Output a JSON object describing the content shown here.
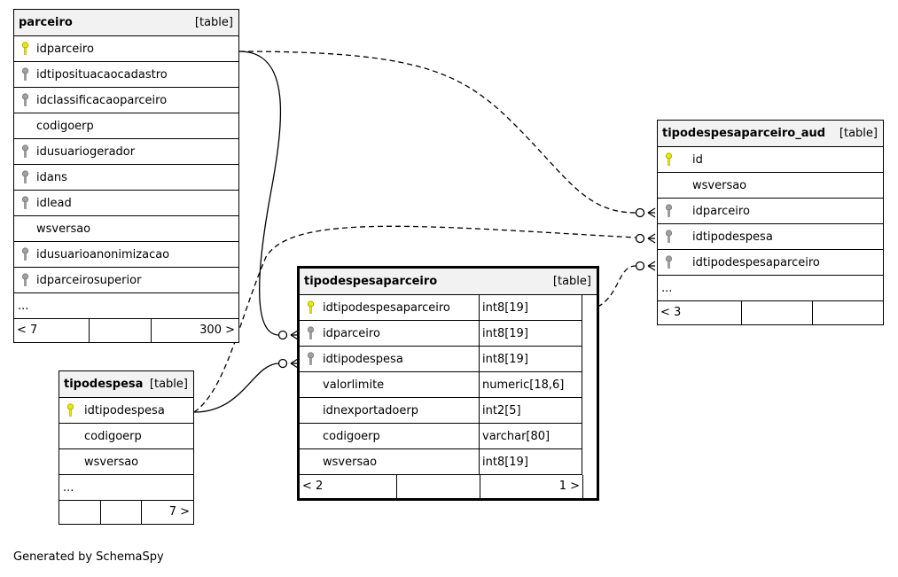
{
  "credit": "Generated by SchemaSpy",
  "tables": {
    "parceiro": {
      "name": "parceiro",
      "kind": "[table]",
      "columns": [
        {
          "name": "idparceiro",
          "key": "pk"
        },
        {
          "name": "idtiposituacaocadastro",
          "key": "fk"
        },
        {
          "name": "idclassificacaoparceiro",
          "key": "fk"
        },
        {
          "name": "codigoerp",
          "key": ""
        },
        {
          "name": "idusuariogerador",
          "key": "fk"
        },
        {
          "name": "idans",
          "key": "fk"
        },
        {
          "name": "idlead",
          "key": "fk"
        },
        {
          "name": "wsversao",
          "key": ""
        },
        {
          "name": "idusuarioanonimizacao",
          "key": "fk"
        },
        {
          "name": "idparceirosuperior",
          "key": "fk"
        }
      ],
      "more": "...",
      "footer": {
        "parents": "< 7",
        "children": "300 >"
      }
    },
    "tipodespesa": {
      "name": "tipodespesa",
      "kind": "[table]",
      "columns": [
        {
          "name": "idtipodespesa",
          "key": "pk"
        },
        {
          "name": "codigoerp",
          "key": ""
        },
        {
          "name": "wsversao",
          "key": ""
        }
      ],
      "more": "...",
      "footer": {
        "parents": "",
        "children": "7 >"
      }
    },
    "tipodespesaparceiro": {
      "name": "tipodespesaparceiro",
      "kind": "[table]",
      "columns": [
        {
          "name": "idtipodespesaparceiro",
          "key": "pk",
          "type": "int8[19]"
        },
        {
          "name": "idparceiro",
          "key": "fk",
          "type": "int8[19]"
        },
        {
          "name": "idtipodespesa",
          "key": "fk",
          "type": "int8[19]"
        },
        {
          "name": "valorlimite",
          "key": "",
          "type": "numeric[18,6]"
        },
        {
          "name": "idnexportadoerp",
          "key": "",
          "type": "int2[5]"
        },
        {
          "name": "codigoerp",
          "key": "",
          "type": "varchar[80]"
        },
        {
          "name": "wsversao",
          "key": "",
          "type": "int8[19]"
        }
      ],
      "footer": {
        "parents": "< 2",
        "children": "1 >"
      }
    },
    "tipodespesaparceiro_aud": {
      "name": "tipodespesaparceiro_aud",
      "kind": "[table]",
      "columns": [
        {
          "name": "id",
          "key": "pk"
        },
        {
          "name": "wsversao",
          "key": ""
        },
        {
          "name": "idparceiro",
          "key": "fk"
        },
        {
          "name": "idtipodespesa",
          "key": "fk"
        },
        {
          "name": "idtipodespesaparceiro",
          "key": "fk"
        }
      ],
      "more": "...",
      "footer": {
        "parents": "< 3",
        "children": ""
      }
    }
  },
  "colors": {
    "pk_key": "#e8e800",
    "fk_key": "#a0a0a0",
    "header_bg": "#f2f2f2"
  }
}
